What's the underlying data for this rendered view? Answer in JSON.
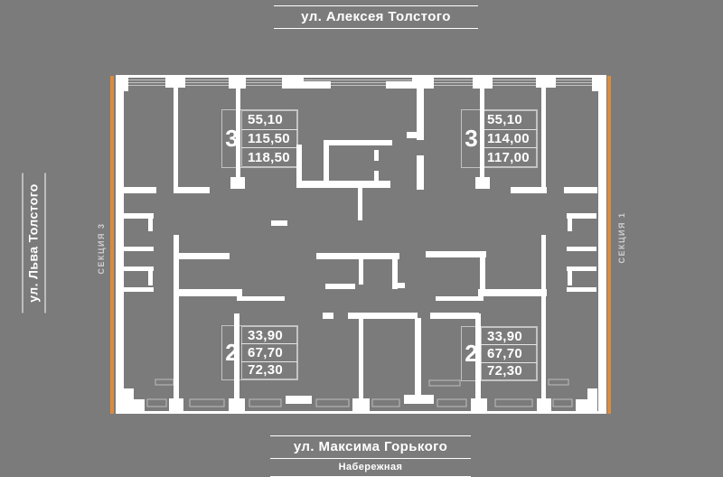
{
  "colors": {
    "background": "#7b7b7b",
    "wall": "#ffffff",
    "accent_orange": "#db8c3d",
    "label_border": "rgba(255,255,255,0.55)",
    "section_text": "#cfcfcf"
  },
  "streets": {
    "top": "ул. Алексея Толстого",
    "left": "ул. Льва Толстого",
    "bottom": "ул. Максима Горького",
    "bottom_secondary": "Набережная"
  },
  "sections": {
    "left": "СЕКЦИЯ 3",
    "right": "СЕКЦИЯ 1"
  },
  "apartments": [
    {
      "id": "top-left",
      "rooms": "3",
      "areas": [
        "55,10",
        "115,50",
        "118,50"
      ]
    },
    {
      "id": "top-right",
      "rooms": "3",
      "areas": [
        "55,10",
        "114,00",
        "117,00"
      ]
    },
    {
      "id": "bottom-left",
      "rooms": "2",
      "areas": [
        "33,90",
        "67,70",
        "72,30"
      ]
    },
    {
      "id": "bottom-right",
      "rooms": "2",
      "areas": [
        "33,90",
        "67,70",
        "72,30"
      ]
    }
  ]
}
